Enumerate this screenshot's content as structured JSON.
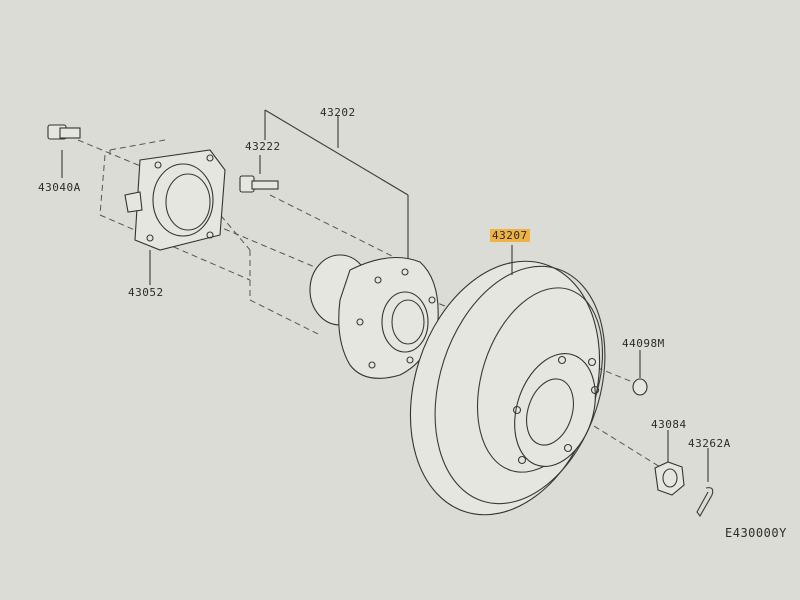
{
  "diagram": {
    "highlight_color": "#f0b343",
    "parts": [
      {
        "id": "p43040A",
        "label": "43040A"
      },
      {
        "id": "p43052",
        "label": "43052"
      },
      {
        "id": "p43222",
        "label": "43222"
      },
      {
        "id": "p43202",
        "label": "43202"
      },
      {
        "id": "p43207",
        "label": "43207",
        "highlighted": true
      },
      {
        "id": "p44098M",
        "label": "44098M"
      },
      {
        "id": "p43084",
        "label": "43084"
      },
      {
        "id": "p43262A",
        "label": "43262A"
      }
    ],
    "figure_code": "E430000Y"
  }
}
